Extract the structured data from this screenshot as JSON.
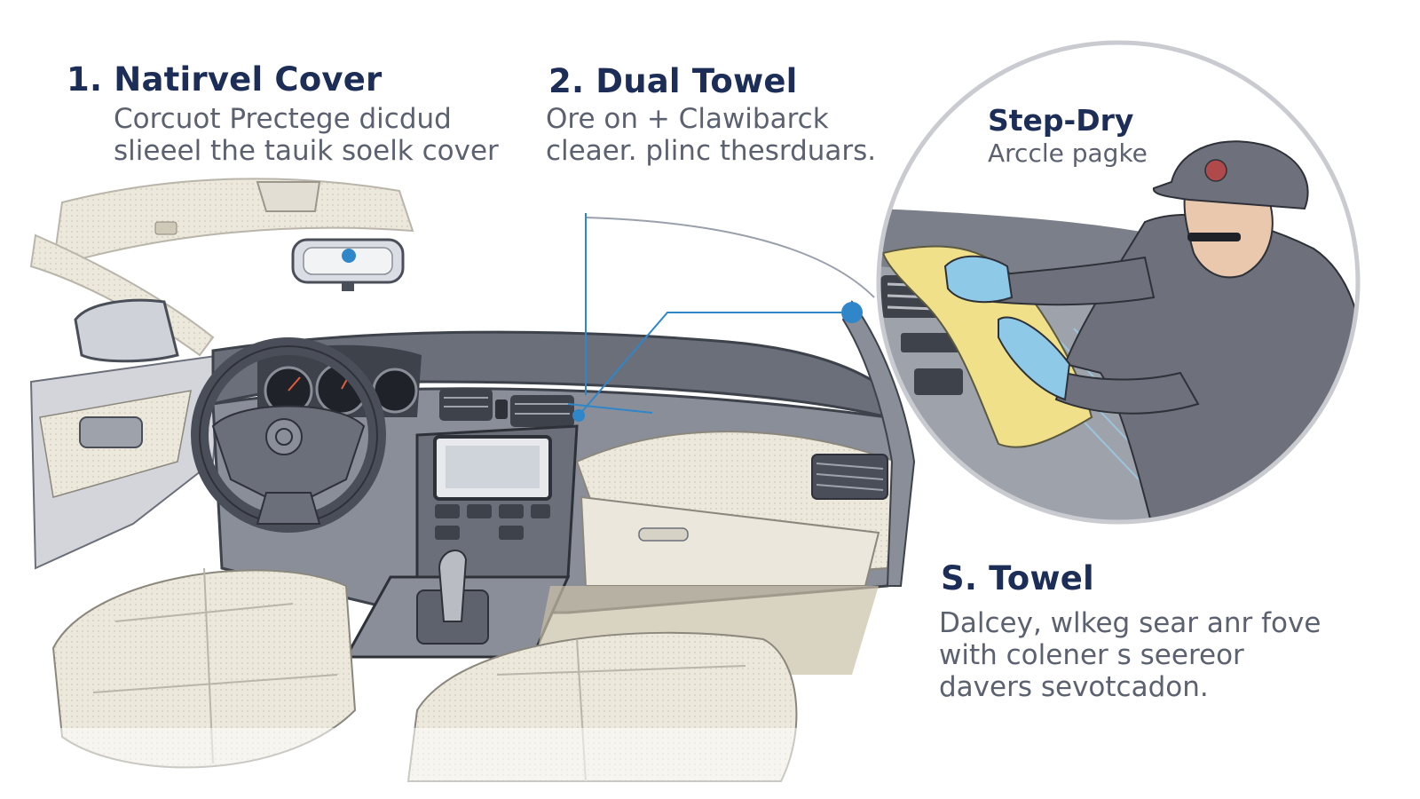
{
  "steps": [
    {
      "heading": "1.  Natirvel Cover",
      "lines": [
        "Corcuot Prectege dicdud",
        "slieeel the tauik soelk cover"
      ]
    },
    {
      "heading": "2. Dual Towel",
      "lines": [
        "Ore on + Clawibarck",
        "cleaer. plinc thesrduars."
      ]
    },
    {
      "heading": "S. Towel",
      "lines": [
        "Dalcey, wlkeg sear anr fove",
        "with colener s seereor",
        "davers sevotcadon."
      ]
    }
  ],
  "inset": {
    "title": "Step-Dry",
    "subtitle": "Arccle pagke"
  },
  "colors": {
    "heading": "#1c2d57",
    "body": "#5c6170",
    "accent": "#2f86c9",
    "towel": "#f1e08a",
    "glove": "#8fc9e8",
    "shirt": "#6e717b",
    "cream": "#ece8dc",
    "dash": "#6b6f7a"
  }
}
